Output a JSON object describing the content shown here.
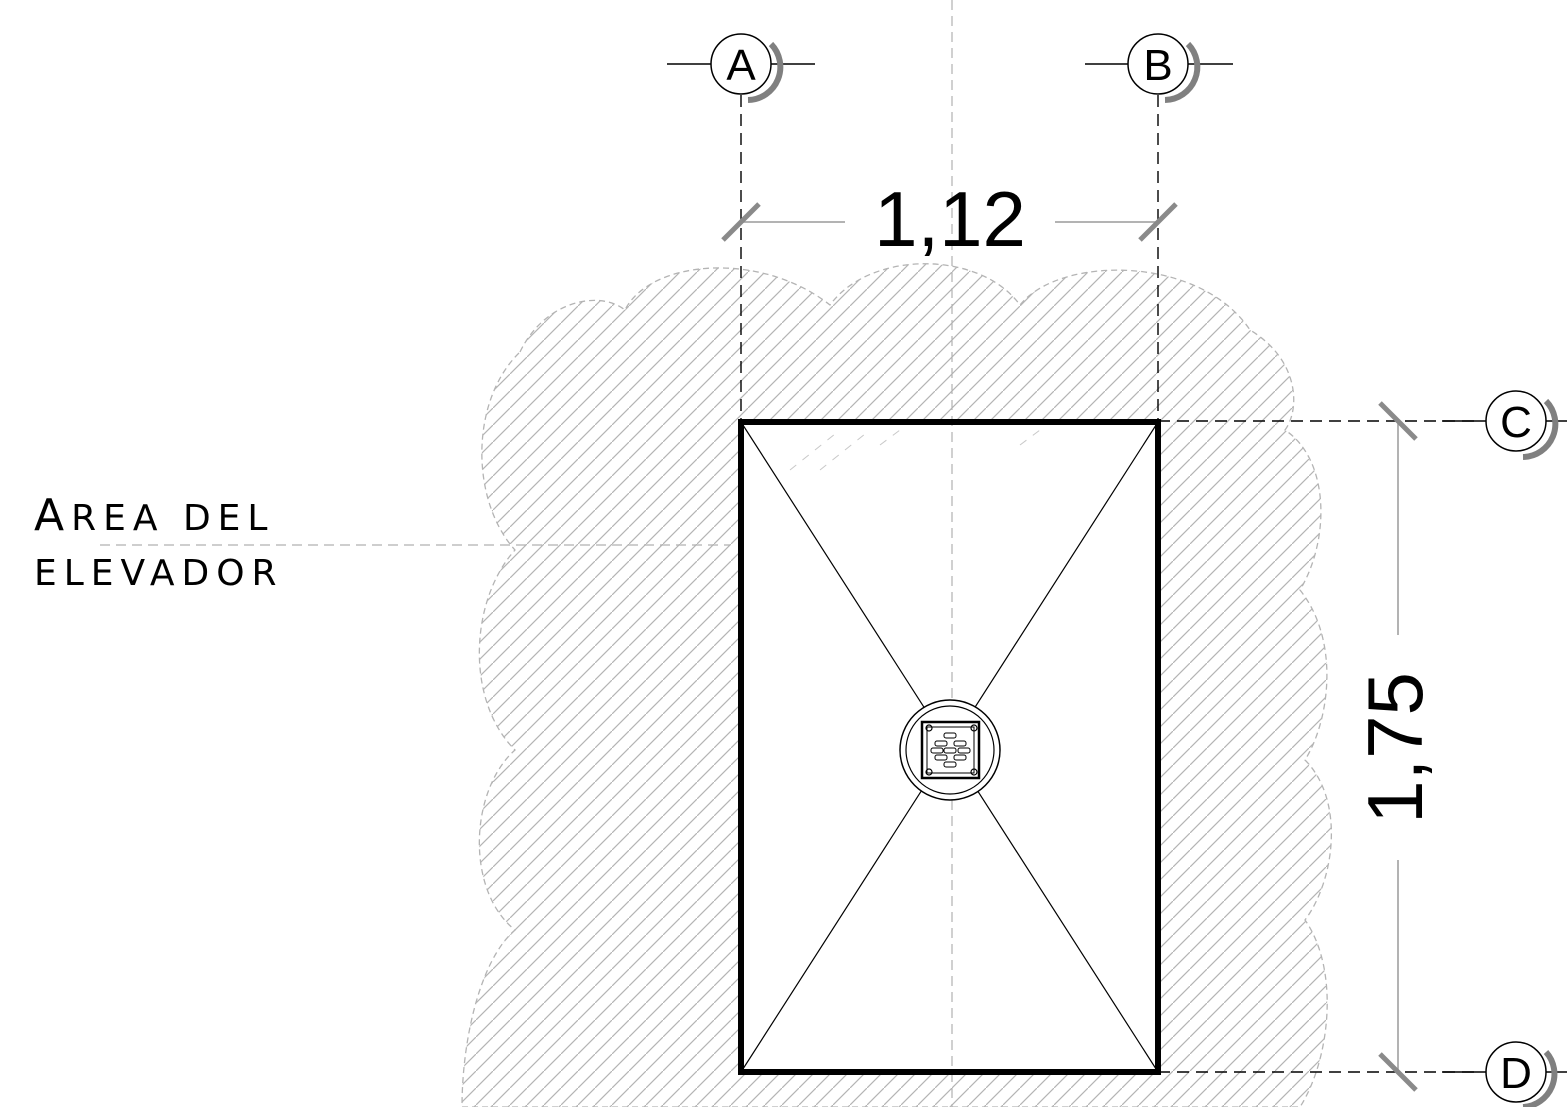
{
  "grid_axes": {
    "a": "A",
    "b": "B",
    "c": "C",
    "d": "D"
  },
  "dimensions": {
    "width": "1,12",
    "height": "1,75"
  },
  "annotation": {
    "line1_initial": "A",
    "line1_rest": "REA DEL",
    "line2": "ELEVADOR"
  },
  "colors": {
    "ink": "#000000",
    "hatch": "#b4b4b4",
    "tick": "#8a8a8a",
    "bubble_shadow": "#808080"
  }
}
